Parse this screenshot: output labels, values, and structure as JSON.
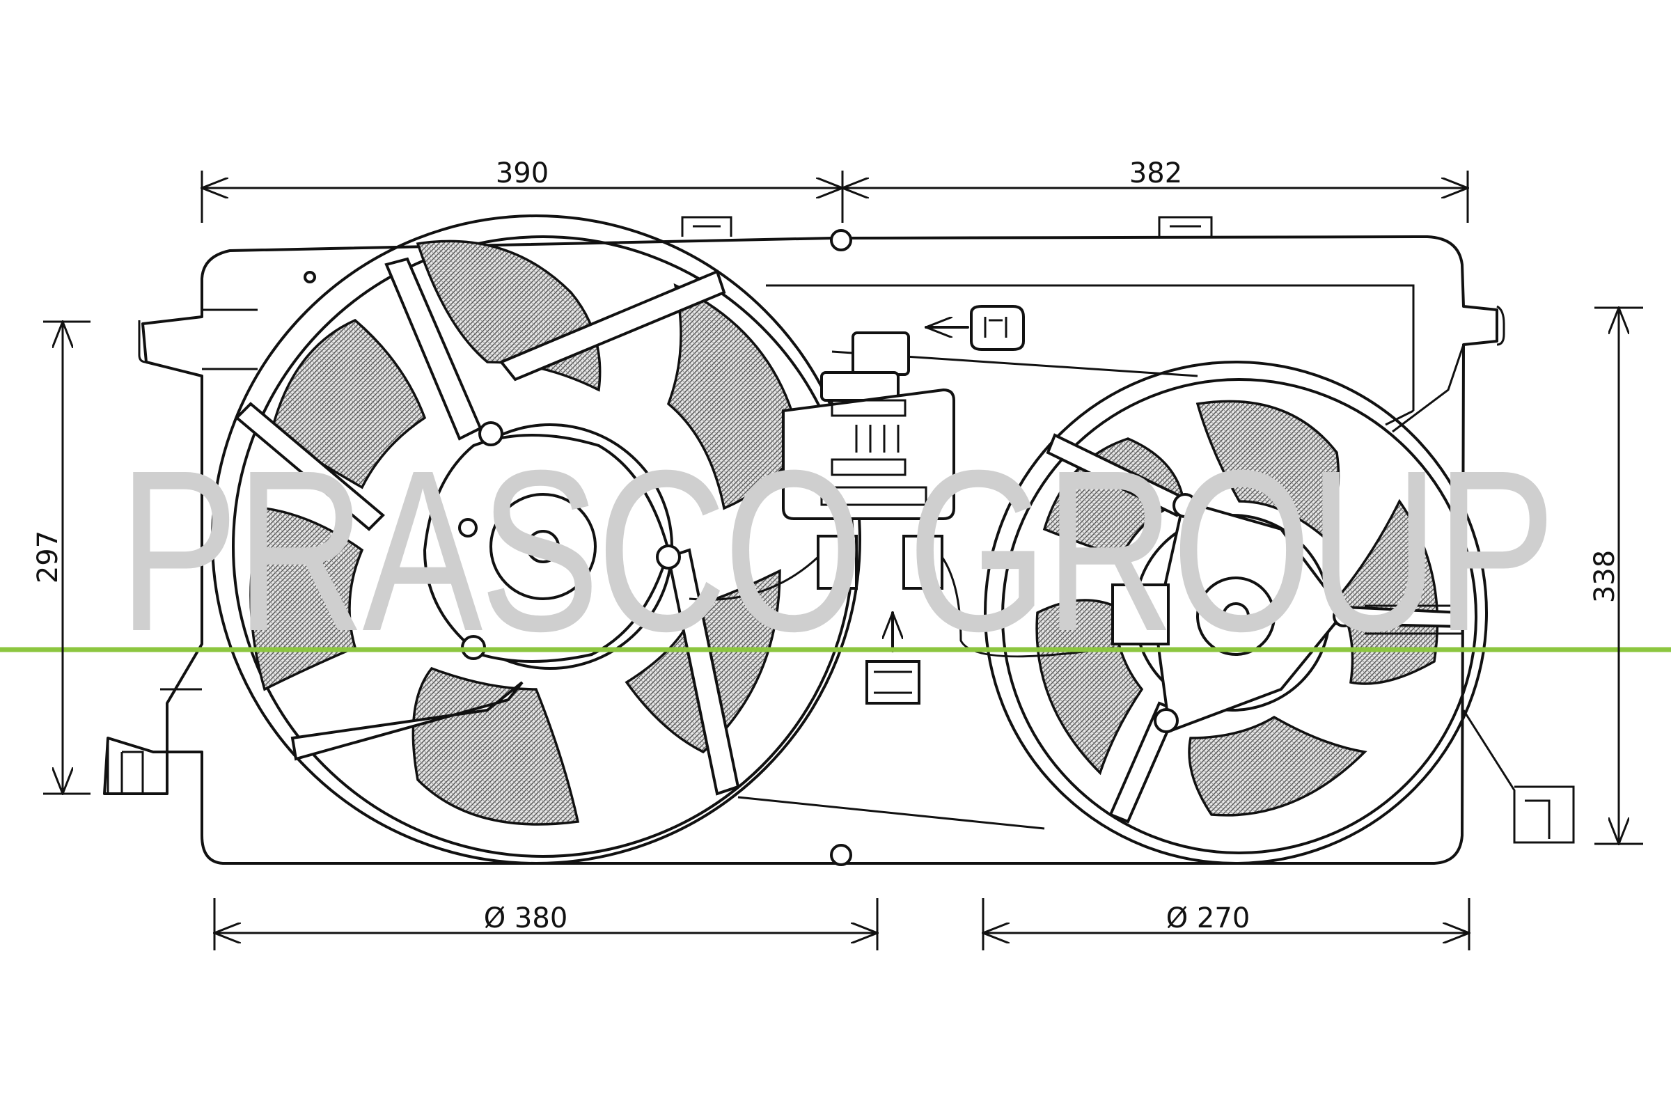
{
  "drawing": {
    "watermark": "PRASCO GROUP",
    "dimensions": {
      "top_left_width": "390",
      "top_right_width": "382",
      "left_height": "297",
      "right_height": "338",
      "left_fan_diameter": "Ø 380",
      "right_fan_diameter": "Ø 270"
    },
    "colors": {
      "line": "#111111",
      "watermark": "#cfcfcf",
      "guide_line": "#8cc63f"
    }
  }
}
